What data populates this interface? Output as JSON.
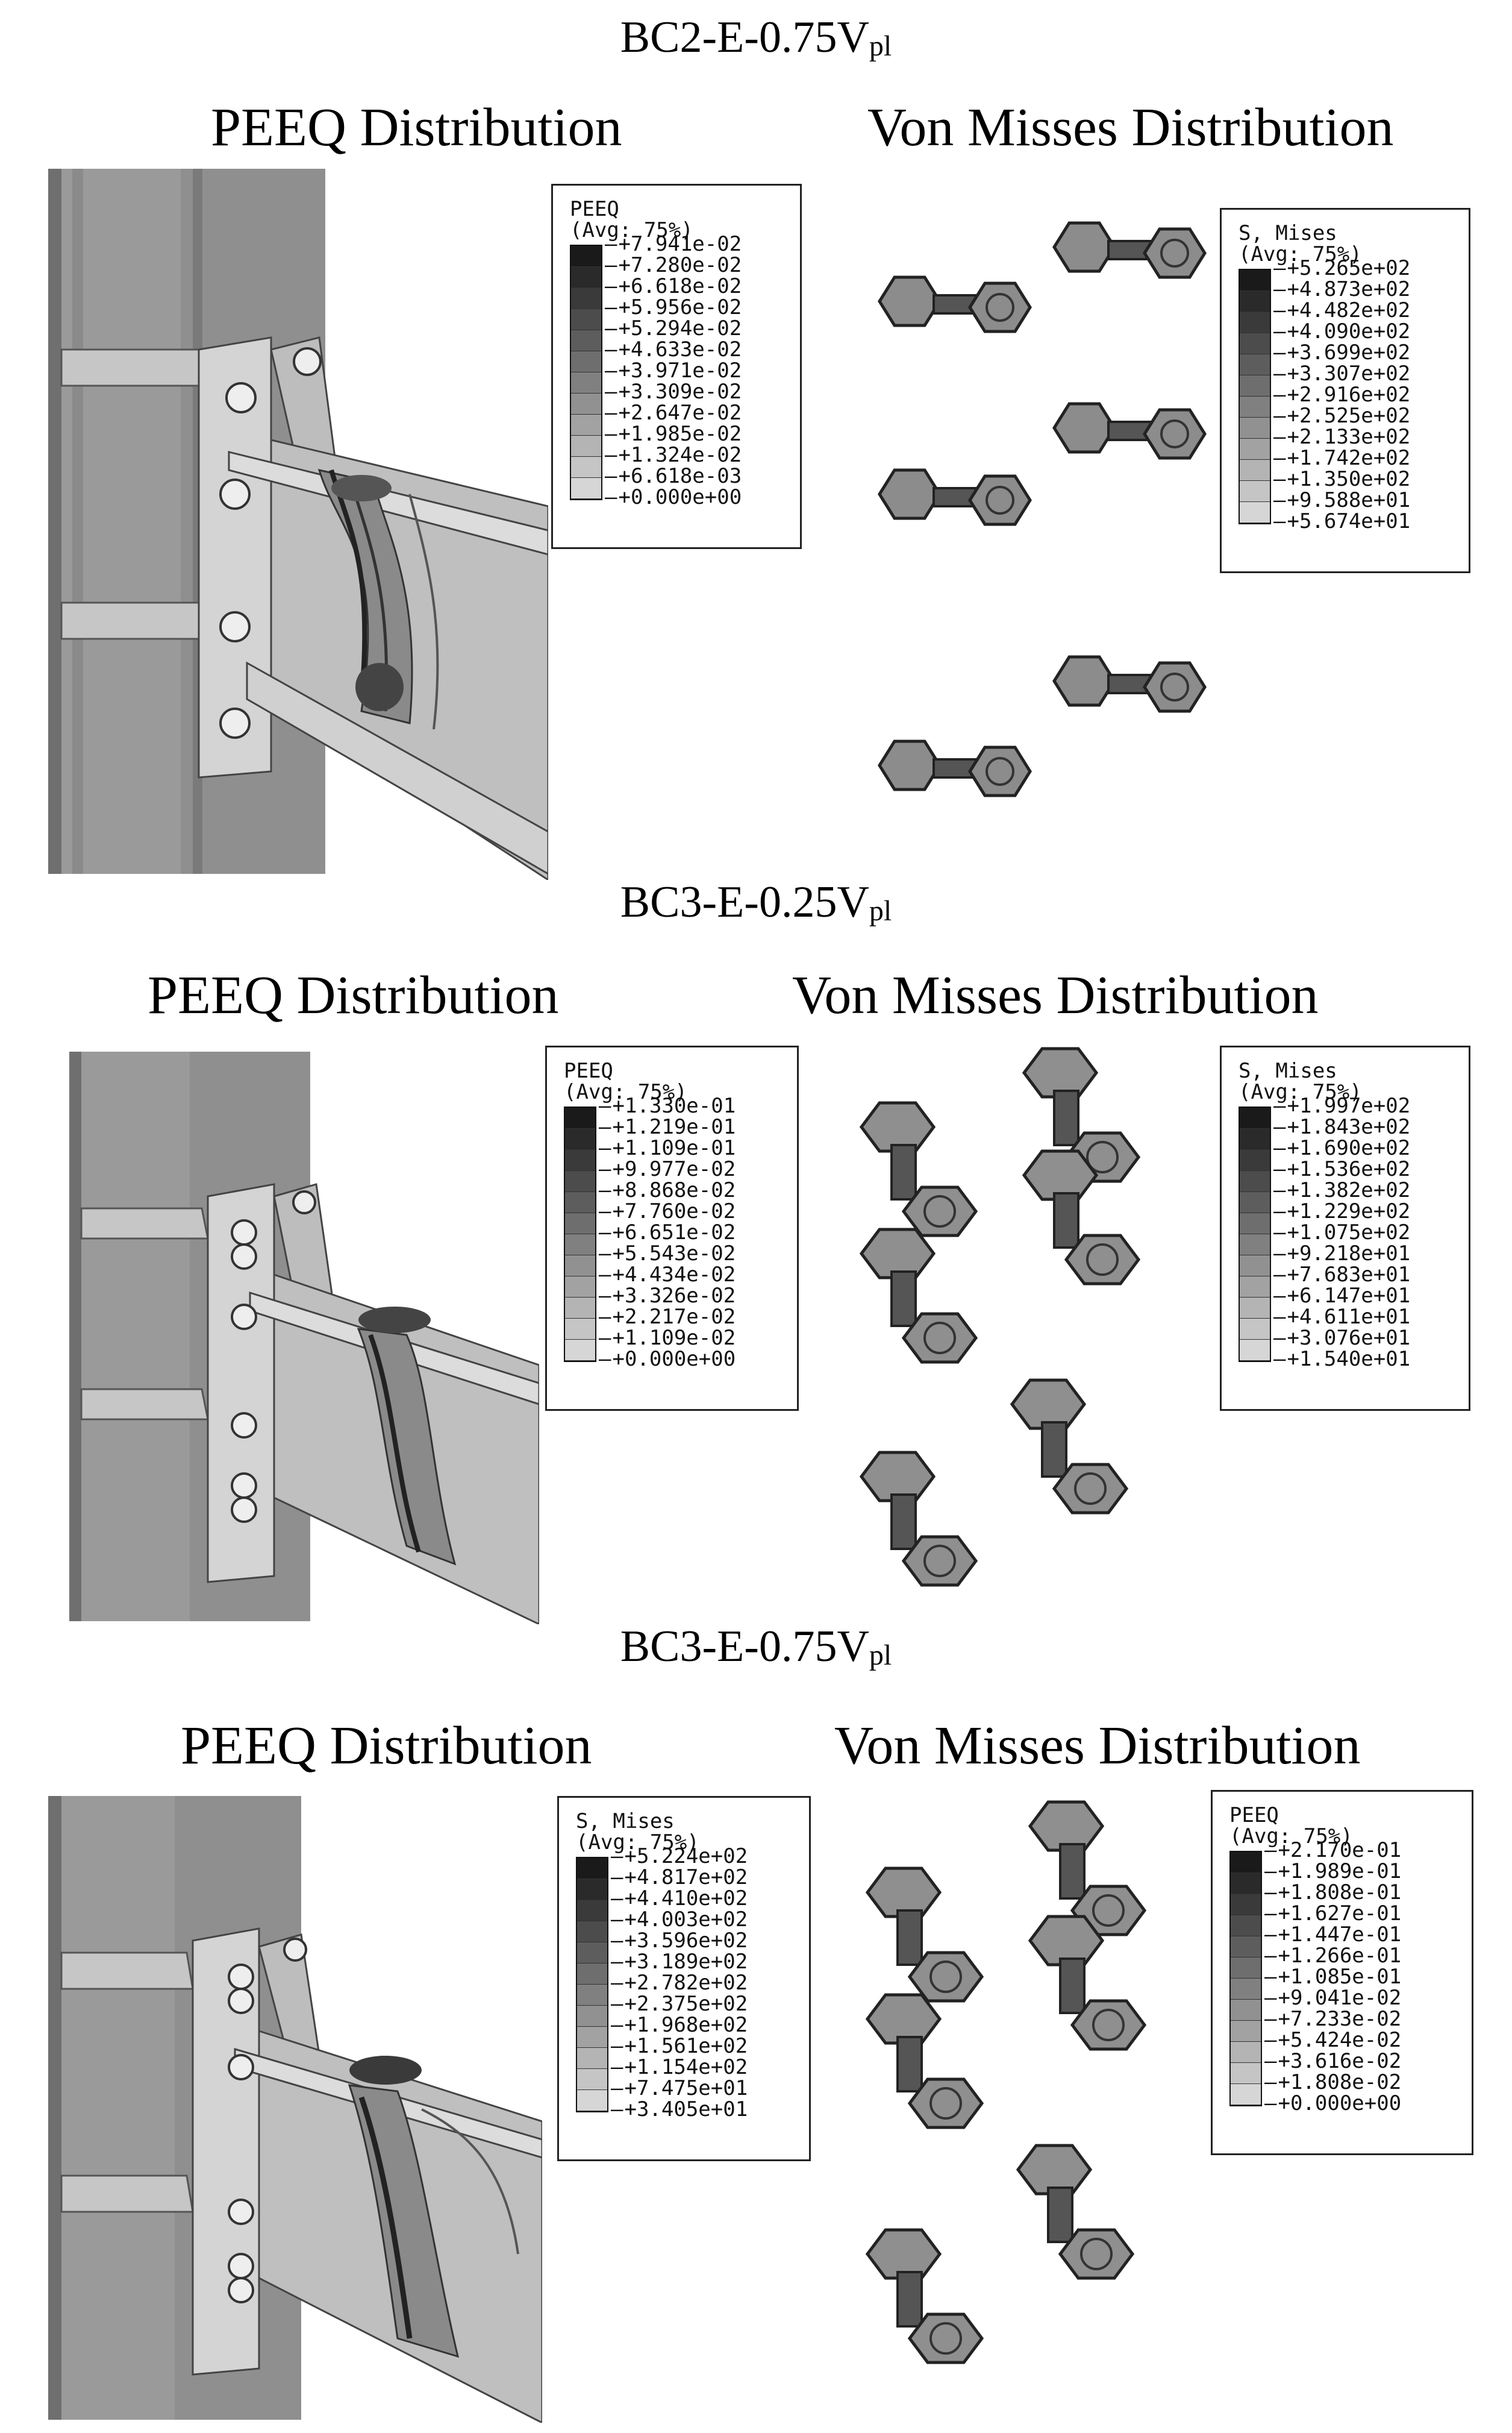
{
  "figures": [
    {
      "case_title": "BC2-E-0.75V",
      "case_sub": "pl",
      "left_heading": "PEEQ Distribution",
      "right_heading": "Von Misses Distribution",
      "left_legend": {
        "title_lines": [
          "PEEQ",
          "(Avg: 75%)"
        ],
        "values": [
          "+7.941e-02",
          "+7.280e-02",
          "+6.618e-02",
          "+5.956e-02",
          "+5.294e-02",
          "+4.633e-02",
          "+3.971e-02",
          "+3.309e-02",
          "+2.647e-02",
          "+1.985e-02",
          "+1.324e-02",
          "+6.618e-03",
          "+0.000e+00"
        ]
      },
      "right_legend": {
        "title_lines": [
          "S, Mises",
          "(Avg: 75%)"
        ],
        "values": [
          "+5.265e+02",
          "+4.873e+02",
          "+4.482e+02",
          "+4.090e+02",
          "+3.699e+02",
          "+3.307e+02",
          "+2.916e+02",
          "+2.525e+02",
          "+2.133e+02",
          "+1.742e+02",
          "+1.350e+02",
          "+9.588e+01",
          "+5.674e+01"
        ]
      }
    },
    {
      "case_title": "BC3-E-0.25V",
      "case_sub": "pl",
      "left_heading": "PEEQ Distribution",
      "right_heading": "Von Misses Distribution",
      "left_legend": {
        "title_lines": [
          "PEEQ",
          "(Avg: 75%)"
        ],
        "values": [
          "+1.330e-01",
          "+1.219e-01",
          "+1.109e-01",
          "+9.977e-02",
          "+8.868e-02",
          "+7.760e-02",
          "+6.651e-02",
          "+5.543e-02",
          "+4.434e-02",
          "+3.326e-02",
          "+2.217e-02",
          "+1.109e-02",
          "+0.000e+00"
        ]
      },
      "right_legend": {
        "title_lines": [
          "S, Mises",
          "(Avg: 75%)"
        ],
        "values": [
          "+1.997e+02",
          "+1.843e+02",
          "+1.690e+02",
          "+1.536e+02",
          "+1.382e+02",
          "+1.229e+02",
          "+1.075e+02",
          "+9.218e+01",
          "+7.683e+01",
          "+6.147e+01",
          "+4.611e+01",
          "+3.076e+01",
          "+1.540e+01"
        ]
      }
    },
    {
      "case_title": "BC3-E-0.75V",
      "case_sub": "pl",
      "left_heading": "PEEQ Distribution",
      "right_heading": "Von Misses Distribution",
      "left_legend": {
        "title_lines": [
          "S, Mises",
          "(Avg: 75%)"
        ],
        "values": [
          "+5.224e+02",
          "+4.817e+02",
          "+4.410e+02",
          "+4.003e+02",
          "+3.596e+02",
          "+3.189e+02",
          "+2.782e+02",
          "+2.375e+02",
          "+1.968e+02",
          "+1.561e+02",
          "+1.154e+02",
          "+7.475e+01",
          "+3.405e+01"
        ]
      },
      "right_legend": {
        "title_lines": [
          "PEEQ",
          "(Avg: 75%)"
        ],
        "values": [
          "+2.170e-01",
          "+1.989e-01",
          "+1.808e-01",
          "+1.627e-01",
          "+1.447e-01",
          "+1.266e-01",
          "+1.085e-01",
          "+9.041e-02",
          "+7.233e-02",
          "+5.424e-02",
          "+3.616e-02",
          "+1.808e-02",
          "+0.000e+00"
        ]
      }
    }
  ]
}
